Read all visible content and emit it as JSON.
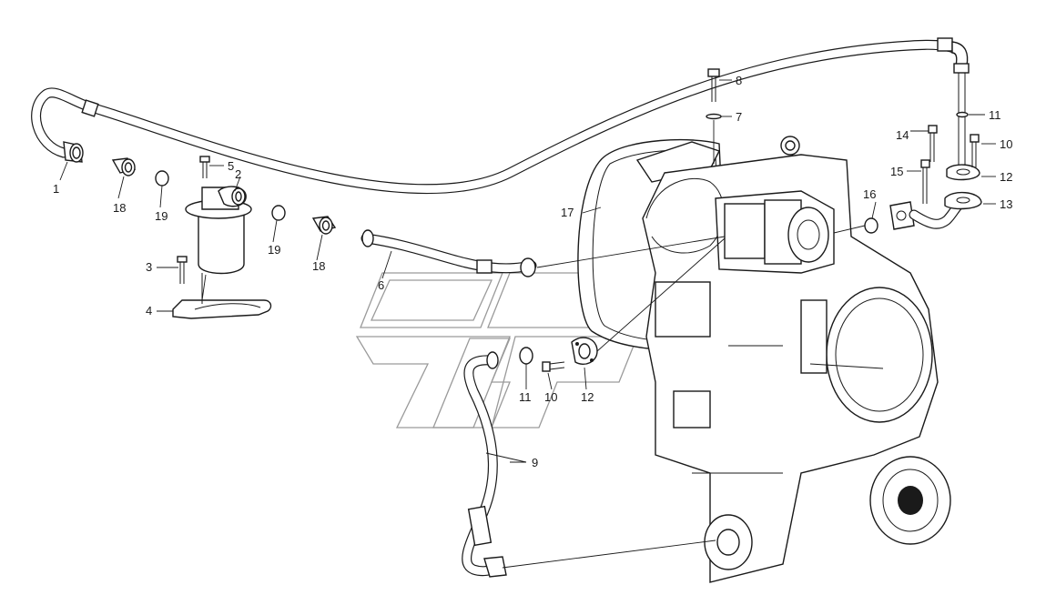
{
  "diagram": {
    "callouts": [
      {
        "key": "c1",
        "text": "1"
      },
      {
        "key": "c2",
        "text": "2"
      },
      {
        "key": "c3",
        "text": "3"
      },
      {
        "key": "c4",
        "text": "4"
      },
      {
        "key": "c5",
        "text": "5"
      },
      {
        "key": "c6",
        "text": "6"
      },
      {
        "key": "c7",
        "text": "7"
      },
      {
        "key": "c8",
        "text": "8"
      },
      {
        "key": "c9",
        "text": "9"
      },
      {
        "key": "c10a",
        "text": "10"
      },
      {
        "key": "c10b",
        "text": "10"
      },
      {
        "key": "c11a",
        "text": "11"
      },
      {
        "key": "c11b",
        "text": "11"
      },
      {
        "key": "c12a",
        "text": "12"
      },
      {
        "key": "c12b",
        "text": "12"
      },
      {
        "key": "c13",
        "text": "13"
      },
      {
        "key": "c14",
        "text": "14"
      },
      {
        "key": "c15",
        "text": "15"
      },
      {
        "key": "c16",
        "text": "16"
      },
      {
        "key": "c17",
        "text": "17"
      },
      {
        "key": "c18a",
        "text": "18"
      },
      {
        "key": "c18b",
        "text": "18"
      },
      {
        "key": "c19a",
        "text": "19"
      },
      {
        "key": "c19b",
        "text": "19"
      }
    ],
    "colors": {
      "line": "#1a1a1a",
      "watermark": "#9a9a9a",
      "background": "#ffffff"
    }
  }
}
